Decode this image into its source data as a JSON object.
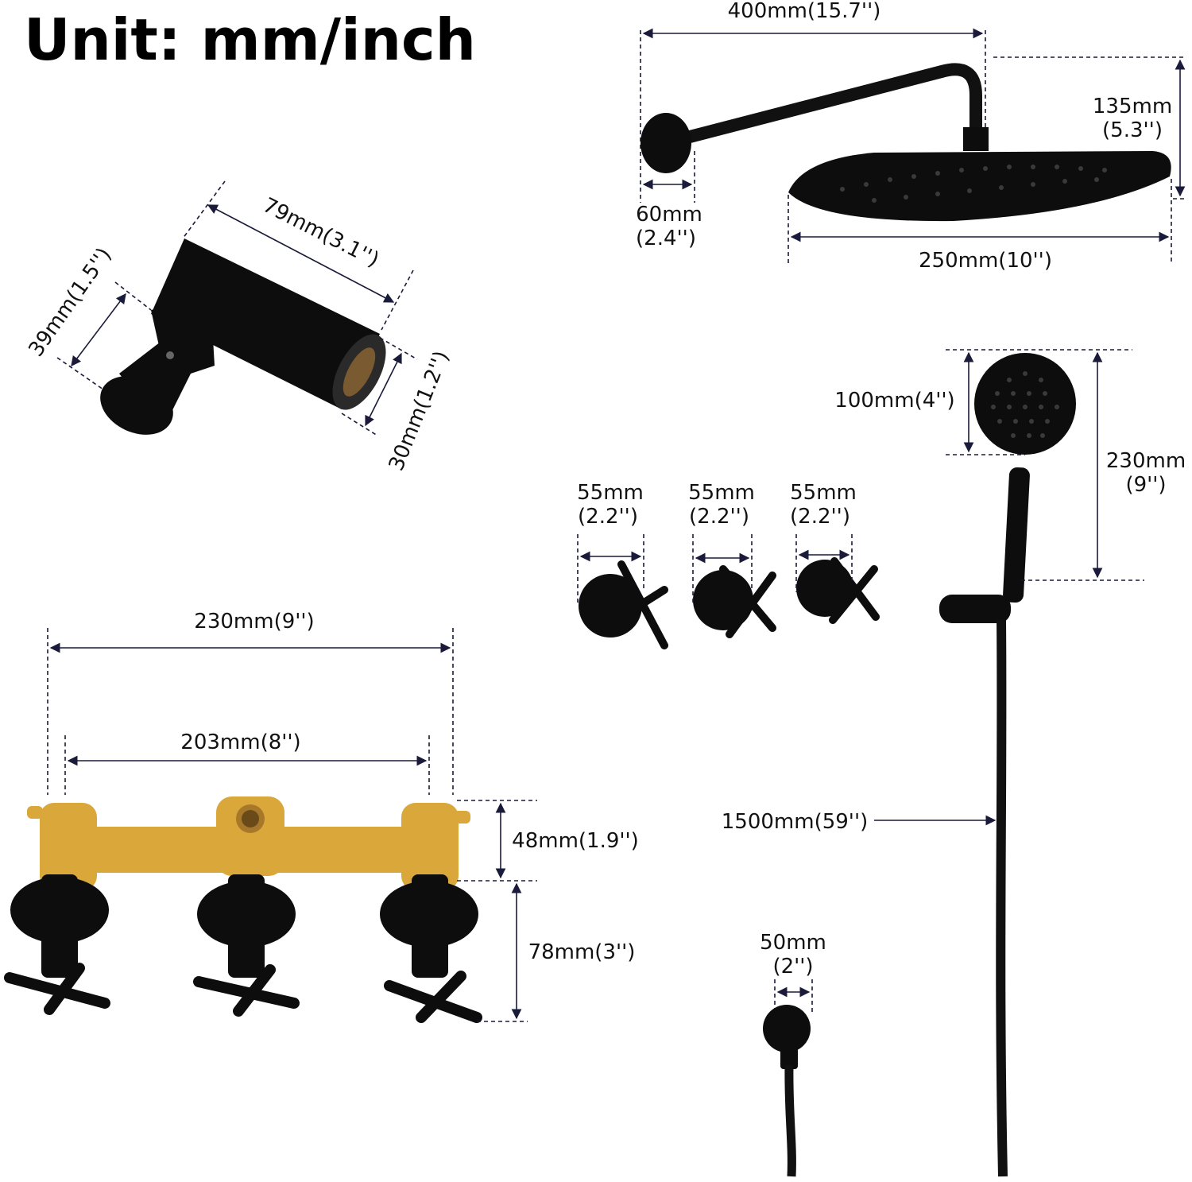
{
  "title": "Unit: mm/inch",
  "dimensions": {
    "shower_arm_width": "400mm(15.7'')",
    "shower_arm_height": [
      "135mm",
      "(5.3'')"
    ],
    "wall_flange": [
      "60mm",
      "(2.4'')"
    ],
    "shower_head": "250mm(10'')",
    "holder_length": "79mm(3.1'')",
    "holder_width": "39mm(1.5'')",
    "holder_depth": "30mm(1.2'')",
    "hand_head": "100mm(4'')",
    "hand_length": [
      "230mm",
      "(9'')"
    ],
    "handle1": [
      "55mm",
      "(2.2'')"
    ],
    "handle2": [
      "55mm",
      "(2.2'')"
    ],
    "handle3": [
      "55mm",
      "(2.2'')"
    ],
    "valve_outer": "230mm(9'')",
    "valve_inner": "203mm(8'')",
    "valve_height": "48mm(1.9'')",
    "stem_length": "78mm(3'')",
    "hose": "1500mm(59'')",
    "elbow": [
      "50mm",
      "(2'')"
    ]
  },
  "colors": {
    "finish": "#0d0d0d",
    "brass": "#d9a73a",
    "dimension_line": "#1a1a3a"
  }
}
